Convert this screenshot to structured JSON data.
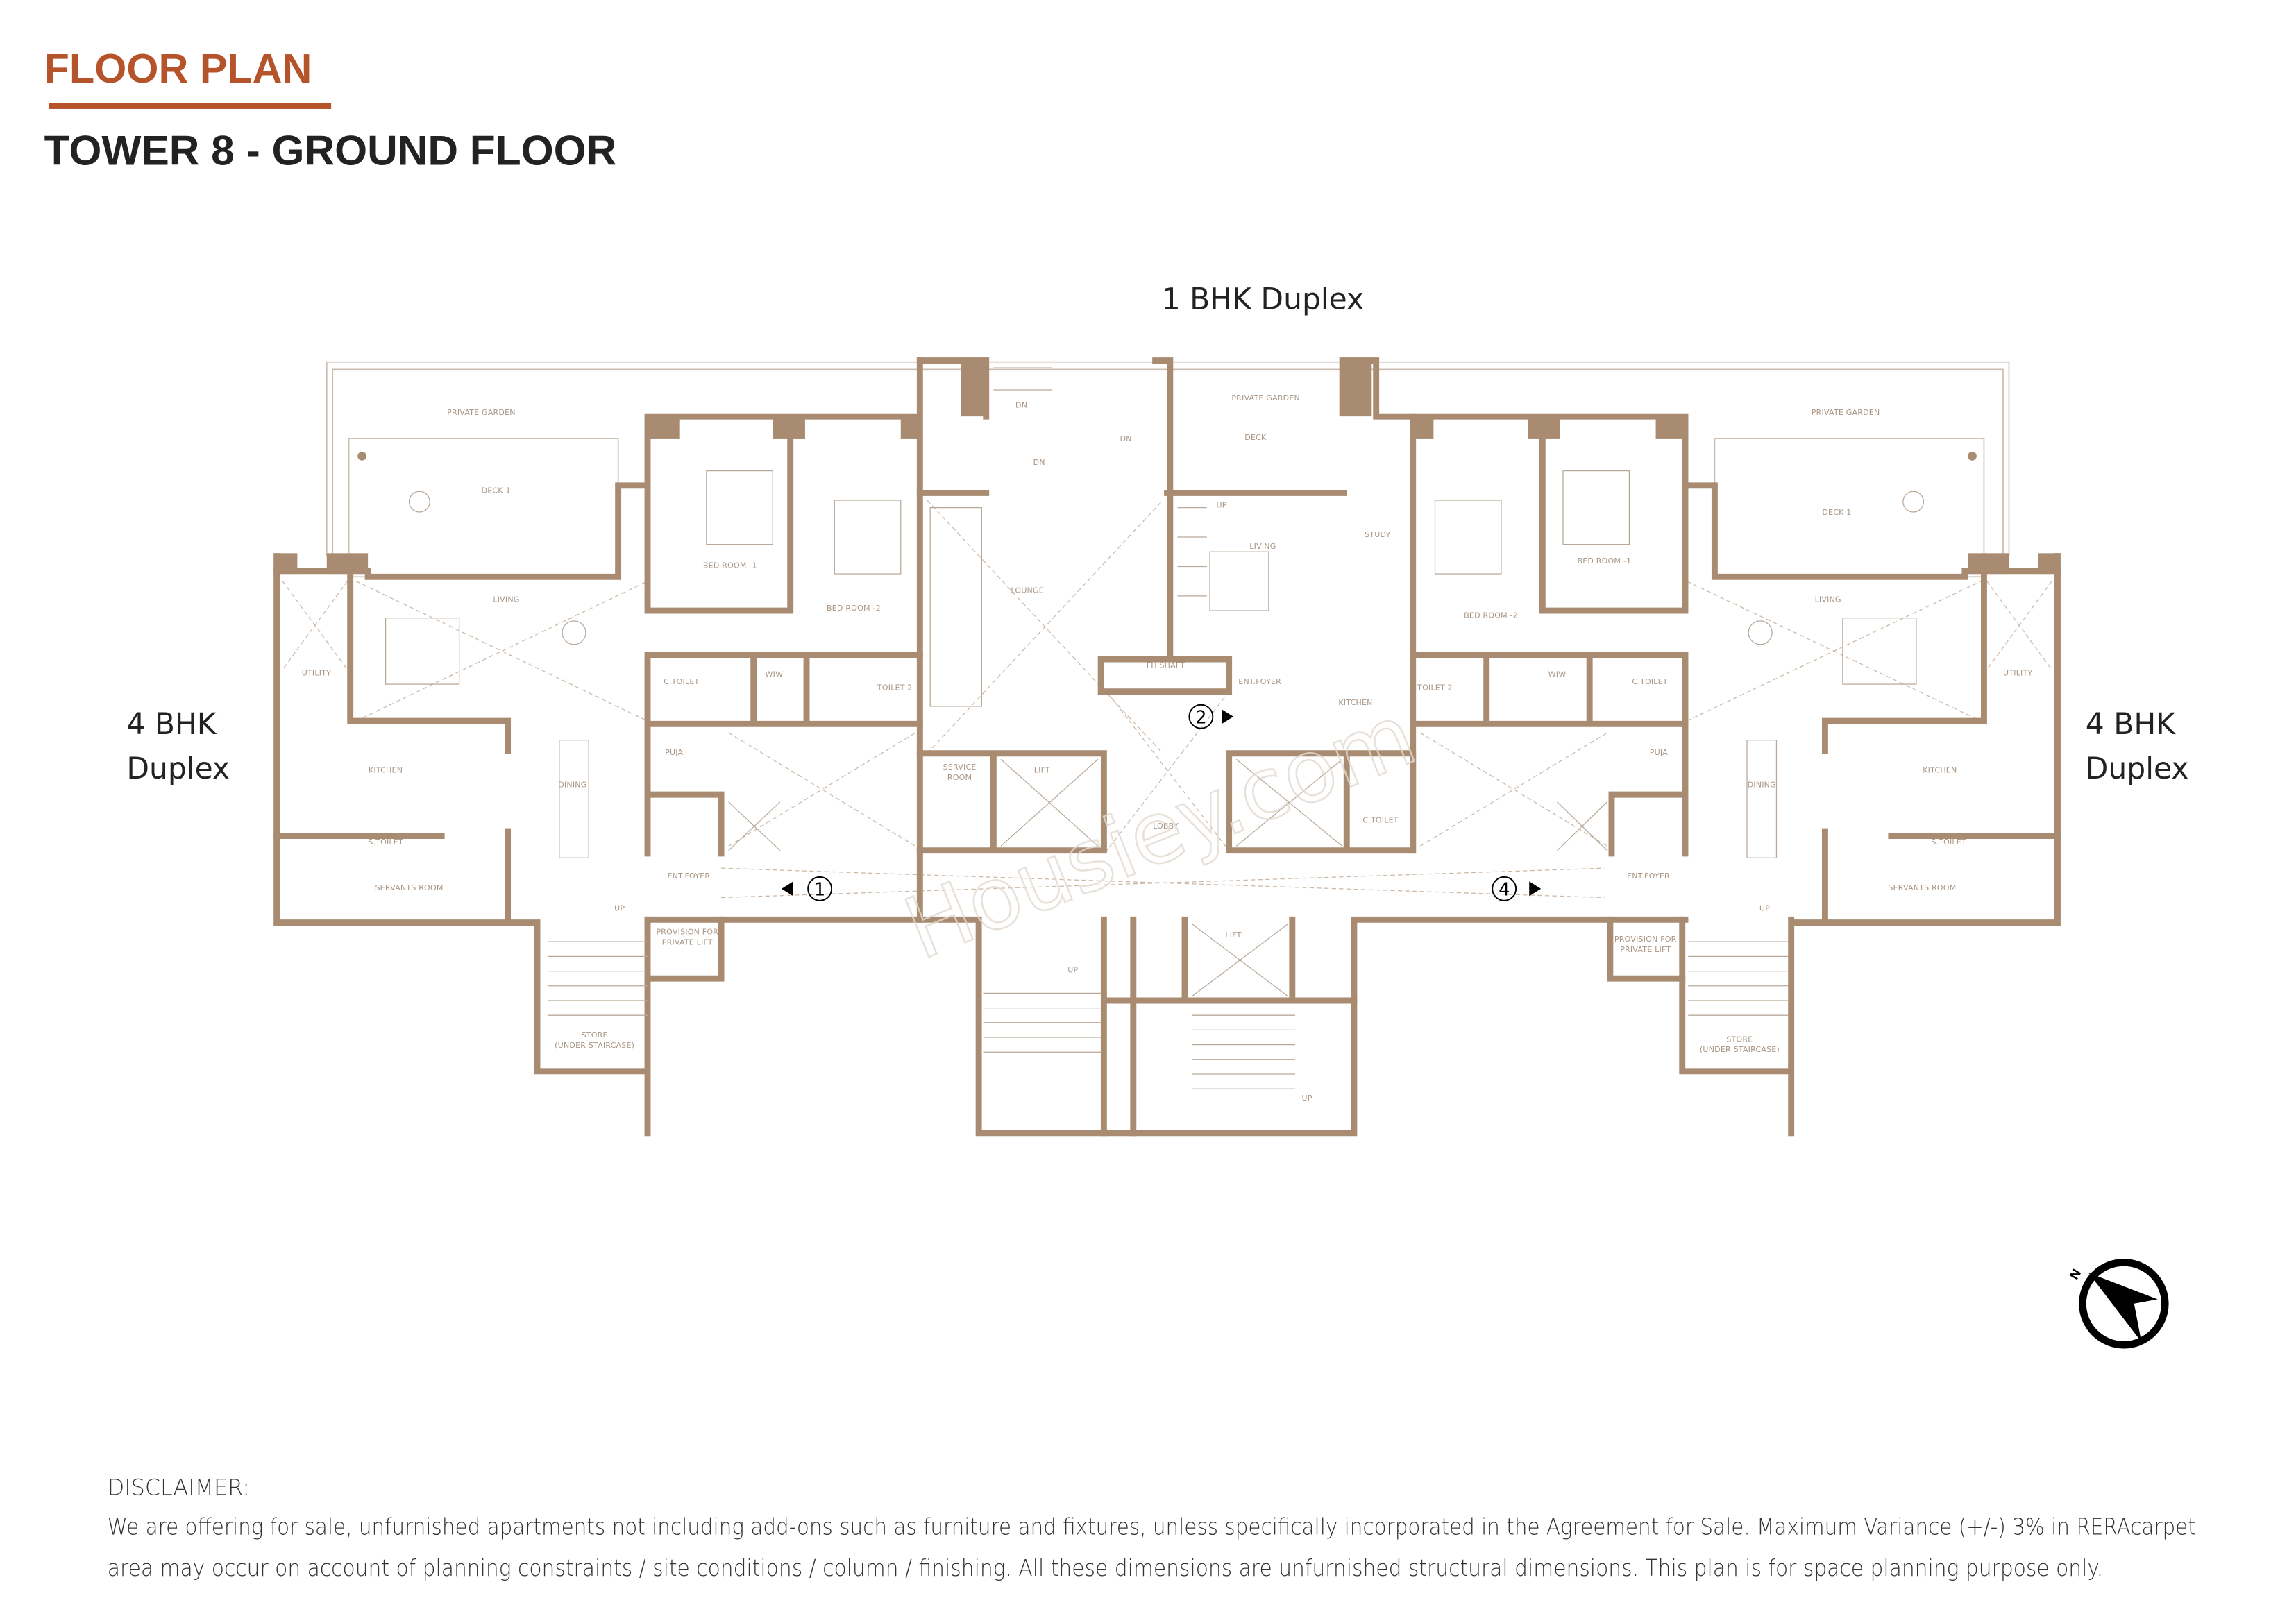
{
  "header": {
    "title": "FLOOR PLAN",
    "subtitle": "TOWER 8 - GROUND FLOOR",
    "accent_color": "#b5532a"
  },
  "units": {
    "top": "1 BHK Duplex",
    "left_line1": "4 BHK",
    "left_line2": "Duplex",
    "right_line1": "4 BHK",
    "right_line2": "Duplex"
  },
  "rooms": {
    "left": [
      "PRIVATE GARDEN",
      "DECK 1",
      "LIVING",
      "UTILITY",
      "KITCHEN",
      "DINING",
      "PUJA",
      "BED ROOM -1",
      "BED ROOM -2",
      "C.TOILET",
      "WIW",
      "TOILET 2",
      "S.TOILET",
      "SERVANTS ROOM",
      "ENT.FOYER",
      "PROVISION FOR",
      "PRIVATE LIFT",
      "STORE",
      "(UNDER STAIRCASE)",
      "UP"
    ],
    "core": [
      "DN",
      "DN",
      "DN",
      "LOUNGE",
      "SERVICE",
      "ROOM",
      "LIFT",
      "LOBBY",
      "FH SHAFT",
      "PRIVATE GARDEN",
      "DECK",
      "LIVING",
      "STUDY",
      "ENT.FOYER",
      "KITCHEN",
      "C.TOILET",
      "LIFT",
      "UP",
      "UP",
      "UP"
    ],
    "right": [
      "PRIVATE GARDEN",
      "DECK 1",
      "LIVING",
      "UTILITY",
      "KITCHEN",
      "DINING",
      "PUJA",
      "BED ROOM -1",
      "BED ROOM -2",
      "C.TOILET",
      "WIW",
      "TOILET 2",
      "S.TOILET",
      "SERVANTS ROOM",
      "ENT.FOYER",
      "PROVISION FOR",
      "PRIVATE LIFT",
      "STORE",
      "(UNDER STAIRCASE)",
      "UP"
    ]
  },
  "entries": [
    "1",
    "2",
    "4"
  ],
  "watermark": "Housiey.com",
  "compass": {
    "label": "N",
    "icon": "north-arrow-icon"
  },
  "colors": {
    "wall": "#a88b70",
    "title": "#b5532a",
    "text": "#222222"
  },
  "disclaimer": {
    "heading": "DISCLAIMER:",
    "line1": "We are offering for sale, unfurnished apartments not including add-ons such as furniture and fixtures, unless specifically incorporated in the Agreement for Sale. Maximum Variance (+/-) 3% in RERAcarpet",
    "line2": "area may occur on account of planning constraints / site conditions / column / finishing. All these dimensions are unfurnished structural dimensions. This plan is for space planning purpose only."
  }
}
